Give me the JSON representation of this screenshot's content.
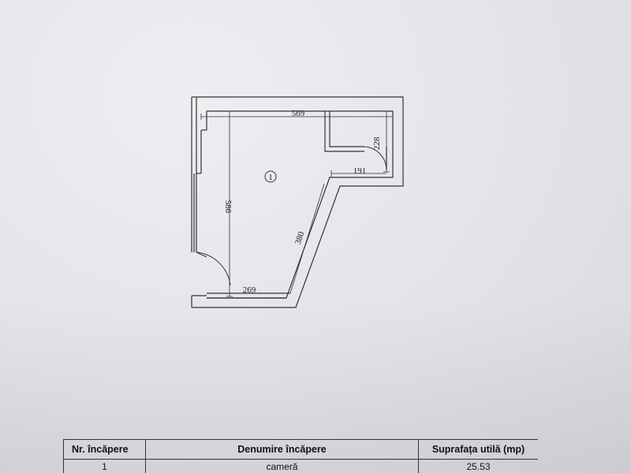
{
  "plan": {
    "room_marker": "1",
    "dimensions": {
      "top_width": "569",
      "left_height": "586",
      "closet_height": "228",
      "closet_width": "191",
      "diagonal_wall": "380",
      "bottom_width": "269"
    }
  },
  "table": {
    "headers": [
      "Nr. încăpere",
      "Denumire încăpere",
      "Suprafața utilă (mp)"
    ],
    "rows": [
      [
        "1",
        "cameră",
        "25.53"
      ]
    ]
  },
  "colors": {
    "paper": "#e4e6ea",
    "ink": "#333333"
  }
}
